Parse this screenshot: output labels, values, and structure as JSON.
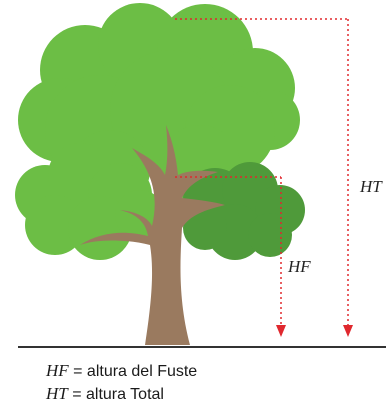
{
  "diagram": {
    "hf_label": "HF",
    "ht_label": "HT"
  },
  "legend": {
    "items": [
      {
        "symbol": "HF",
        "equals": "=",
        "text": "altura del Fuste"
      },
      {
        "symbol": "HT",
        "equals": "=",
        "text": "altura Total"
      }
    ]
  },
  "colors": {
    "foliage_light": "#6cbe45",
    "foliage_dark": "#4f9a3a",
    "trunk": "#9a7a5f",
    "arrow": "#e0282e",
    "ground": "#333333"
  }
}
